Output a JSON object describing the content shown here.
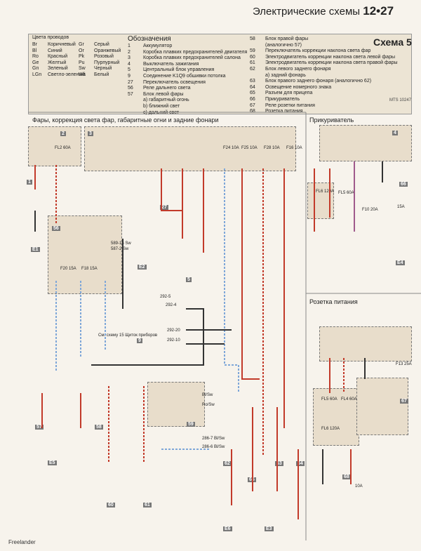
{
  "header": {
    "title": "Электрические схемы",
    "page": "12•27"
  },
  "legend": {
    "wire_colors_title": "Цвета проводов",
    "wire_colors": [
      [
        "Br",
        "Коричневый"
      ],
      [
        "Bl",
        "Синий"
      ],
      [
        "Ro",
        "Красный"
      ],
      [
        "Ge",
        "Желтый"
      ],
      [
        "Gn",
        "Зеленый"
      ],
      [
        "LGn",
        "Светло-зеленый"
      ]
    ],
    "wire_colors2": [
      [
        "Gr",
        "Серый"
      ],
      [
        "Or",
        "Оранжевый"
      ],
      [
        "Pk",
        "Розовый"
      ],
      [
        "Pu",
        "Пурпурный"
      ],
      [
        "Sw",
        "Черный"
      ],
      [
        "Ws",
        "Белый"
      ]
    ],
    "designations_title": "Обозначения",
    "designations": [
      [
        "1",
        "Аккумулятор"
      ],
      [
        "2",
        "Коробка плавких предохранителей двигателя"
      ],
      [
        "3",
        "Коробка плавких предохранителей салона"
      ],
      [
        "4",
        "Выключатель зажигания"
      ],
      [
        "5",
        "Центральный блок управления"
      ],
      [
        "9",
        "Соединение K1Q9 обшивки потолка"
      ],
      [
        "27",
        "Переключатель освещения"
      ],
      [
        "56",
        "Реле дальнего света"
      ],
      [
        "57",
        "Блок левой фары"
      ],
      [
        "",
        "a) габаритный огонь"
      ],
      [
        "",
        "b) ближний свет"
      ],
      [
        "",
        "c) дальний свет"
      ]
    ],
    "designations2": [
      [
        "58",
        "Блок правой фары"
      ],
      [
        "",
        "(аналогично 57)"
      ],
      [
        "59",
        "Переключатель коррекции наклона света фар"
      ],
      [
        "60",
        "Электродвигатель коррекции наклона света левой фары"
      ],
      [
        "61",
        "Электродвигатель коррекции наклона света правой фары"
      ],
      [
        "62",
        "Блок левого заднего фонаря"
      ],
      [
        "",
        "a) задний фонарь"
      ],
      [
        "63",
        "Блок правого заднего фонаря (аналогично 62)"
      ],
      [
        "64",
        "Освещение номерного знака"
      ],
      [
        "65",
        "Разъем для прицепа"
      ],
      [
        "66",
        "Прикуриватель"
      ],
      [
        "67",
        "Реле розетки питания"
      ],
      [
        "68",
        "Розетка питания"
      ]
    ],
    "schema_label": "Схема 5",
    "mts": "MTS 10247"
  },
  "sections": {
    "main": "Фары, коррекция света фар, габаритные огни и задние фонари",
    "lighter": "Прикуриватель",
    "socket": "Розетка питания"
  },
  "main_labels": [
    "FL2 60A",
    "F24 10A",
    "F25 10A",
    "F28 10A",
    "F16 10A",
    "F20 15A",
    "F18 15A",
    "589-15 Sw",
    "587-2 Sw",
    "292-5",
    "292-4",
    "292-20",
    "292-10",
    "См. схему 15 Щиток приборов",
    "286-7 Bl/Sw",
    "286-6 Bl/Sw",
    "Bl/Sw",
    "Ro/Sw"
  ],
  "lighter_labels": [
    "FL6 120A",
    "FL5 60A",
    "F10 20A",
    "15A"
  ],
  "socket_labels": [
    "FL5 60A",
    "FL4 60A",
    "FL6 120A",
    "F13 25A",
    "10A"
  ],
  "components": [
    "1",
    "2",
    "3",
    "4",
    "5",
    "9",
    "27",
    "56",
    "57",
    "58",
    "59",
    "60",
    "61",
    "62",
    "63",
    "64",
    "65",
    "66",
    "67",
    "68"
  ],
  "grounds": [
    "E1",
    "E2",
    "E3",
    "E4",
    "E5",
    "E6"
  ],
  "footer": "Freelander"
}
